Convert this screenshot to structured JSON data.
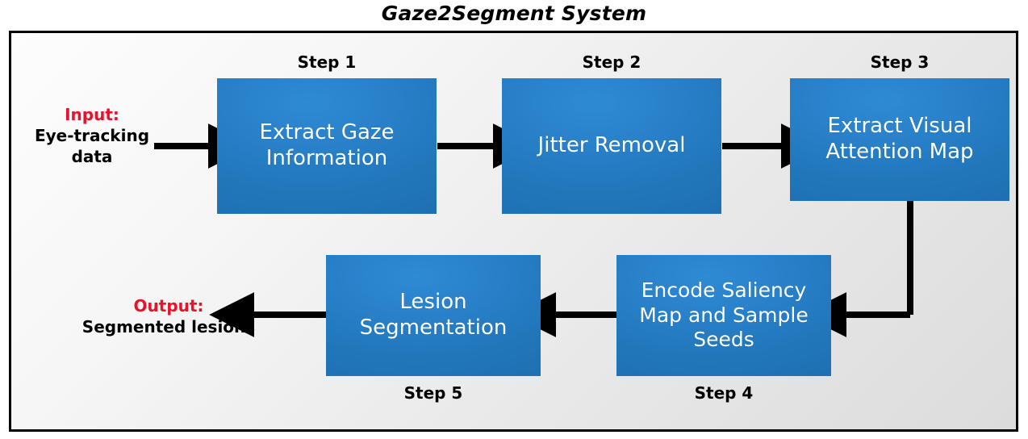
{
  "title": "Gaze2Segment System",
  "colors": {
    "box_fill": "#2176ba",
    "box_highlight": "#2f8ad4",
    "box_text": "#ffffff",
    "accent_red": "#e8132b",
    "frame_border": "#000000",
    "connector": "#000000",
    "canvas_light": "#fdfdfd",
    "canvas_dark": "#dcdcdc"
  },
  "io": {
    "input": {
      "head": "Input:",
      "body": "Eye-tracking\ndata",
      "body_line1": "Eye-tracking",
      "body_line2": "data"
    },
    "output": {
      "head": "Output:",
      "body": "Segmented lesions"
    }
  },
  "steps": [
    {
      "id": "step-1",
      "caption": "Step 1",
      "caption_position": "above",
      "text_line1": "Extract Gaze",
      "text_line2": "Information",
      "text": "Extract Gaze Information"
    },
    {
      "id": "step-2",
      "caption": "Step 2",
      "caption_position": "above",
      "text_line1": "Jitter Removal",
      "text_line2": "",
      "text": "Jitter Removal"
    },
    {
      "id": "step-3",
      "caption": "Step 3",
      "caption_position": "above",
      "text_line1": "Extract Visual",
      "text_line2": "Attention Map",
      "text": "Extract Visual Attention Map"
    },
    {
      "id": "step-4",
      "caption": "Step 4",
      "caption_position": "below",
      "text_line1": "Encode Saliency",
      "text_line2": "Map and Sample",
      "text_line3": "Seeds",
      "text": "Encode Saliency Map and Sample Seeds"
    },
    {
      "id": "step-5",
      "caption": "Step 5",
      "caption_position": "below",
      "text_line1": "Lesion",
      "text_line2": "Segmentation",
      "text": "Lesion Segmentation"
    }
  ],
  "connectors": [
    {
      "id": "input-to-step1",
      "from": "input",
      "to": "step-1",
      "direction": "right"
    },
    {
      "id": "step1-to-step2",
      "from": "step-1",
      "to": "step-2",
      "direction": "right"
    },
    {
      "id": "step2-to-step3",
      "from": "step-2",
      "to": "step-3",
      "direction": "right"
    },
    {
      "id": "step3-to-step4",
      "from": "step-3",
      "to": "step-4",
      "direction": "elbow-down-left"
    },
    {
      "id": "step4-to-step5",
      "from": "step-4",
      "to": "step-5",
      "direction": "left"
    },
    {
      "id": "step5-to-output",
      "from": "step-5",
      "to": "output",
      "direction": "left"
    }
  ]
}
